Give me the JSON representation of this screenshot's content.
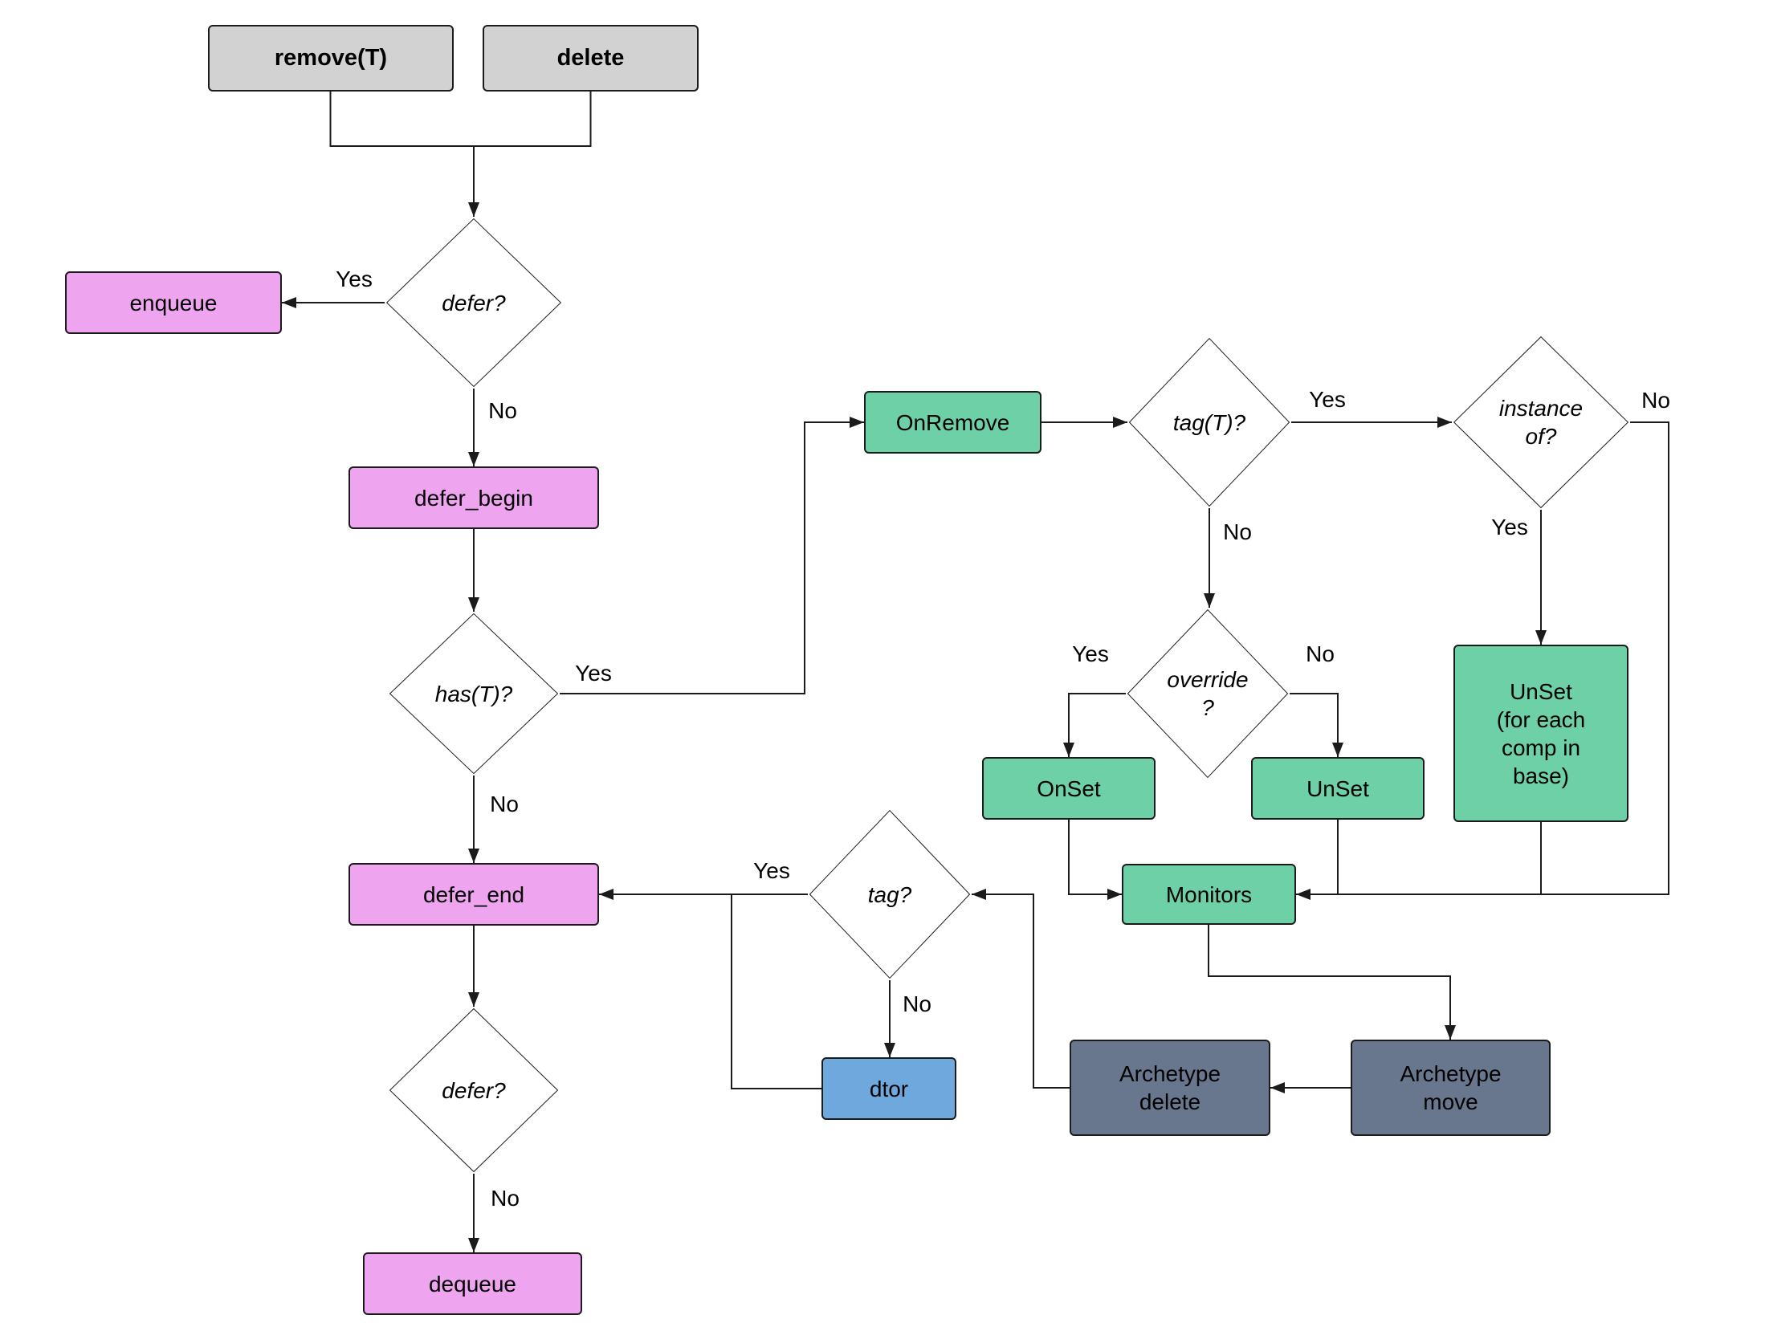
{
  "colors": {
    "process_gray": "#d2d2d2",
    "queue_pink": "#efa4f0",
    "hook_green": "#6ed0a6",
    "dtor_blue": "#6fa8dc",
    "archetype_slate": "#68778d",
    "line": "#1b1b1b"
  },
  "nodes": {
    "remove_t": {
      "label": "remove(T)"
    },
    "delete": {
      "label": "delete"
    },
    "enqueue": {
      "label": "enqueue"
    },
    "defer_1": {
      "label": "defer?"
    },
    "defer_begin": {
      "label": "defer_begin"
    },
    "has_t": {
      "label": "has(T)?"
    },
    "defer_end": {
      "label": "defer_end"
    },
    "defer_2": {
      "label": "defer?"
    },
    "dequeue": {
      "label": "dequeue"
    },
    "on_remove": {
      "label": "OnRemove"
    },
    "tag_t": {
      "label": "tag(T)?"
    },
    "instance_of": {
      "label": "instance\nof?"
    },
    "override": {
      "label": "override\n?"
    },
    "on_set": {
      "label": "OnSet"
    },
    "unset": {
      "label": "UnSet"
    },
    "unset_base": {
      "label": "UnSet\n(for each\ncomp in\nbase)"
    },
    "monitors": {
      "label": "Monitors"
    },
    "tag": {
      "label": "tag?"
    },
    "dtor": {
      "label": "dtor"
    },
    "archetype_delete": {
      "label": "Archetype\ndelete"
    },
    "archetype_move": {
      "label": "Archetype\nmove"
    }
  },
  "edge_labels": {
    "defer1_yes": "Yes",
    "defer1_no": "No",
    "hast_yes": "Yes",
    "hast_no": "No",
    "tagt_yes": "Yes",
    "tagt_no": "No",
    "instance_no": "No",
    "instance_yes": "Yes",
    "override_yes": "Yes",
    "override_no": "No",
    "tag_yes": "Yes",
    "tag_no": "No",
    "defer2_no": "No"
  }
}
